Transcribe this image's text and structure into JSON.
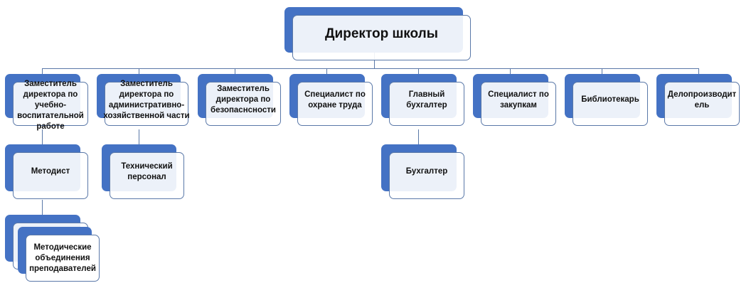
{
  "director": "Директор школы",
  "level1": [
    "Заместитель директора по учебно-воспитательной работе",
    "Заместитель директора по административно-хозяйственной части",
    "Заместитель директора по безопаснсности",
    "Специалист по охране труда",
    "Главный бухгалтер",
    "Специалист по закупкам",
    "Библиотекарь",
    "Делопроизводитель"
  ],
  "level2": {
    "methodist": "Методист",
    "tech_staff": "Технический персонал",
    "accountant": "Бухгалтер"
  },
  "level3": {
    "method_groups": "Методические объединения преподавателей"
  },
  "colors": {
    "accent": "#4472c4",
    "line": "#5a78a8"
  }
}
